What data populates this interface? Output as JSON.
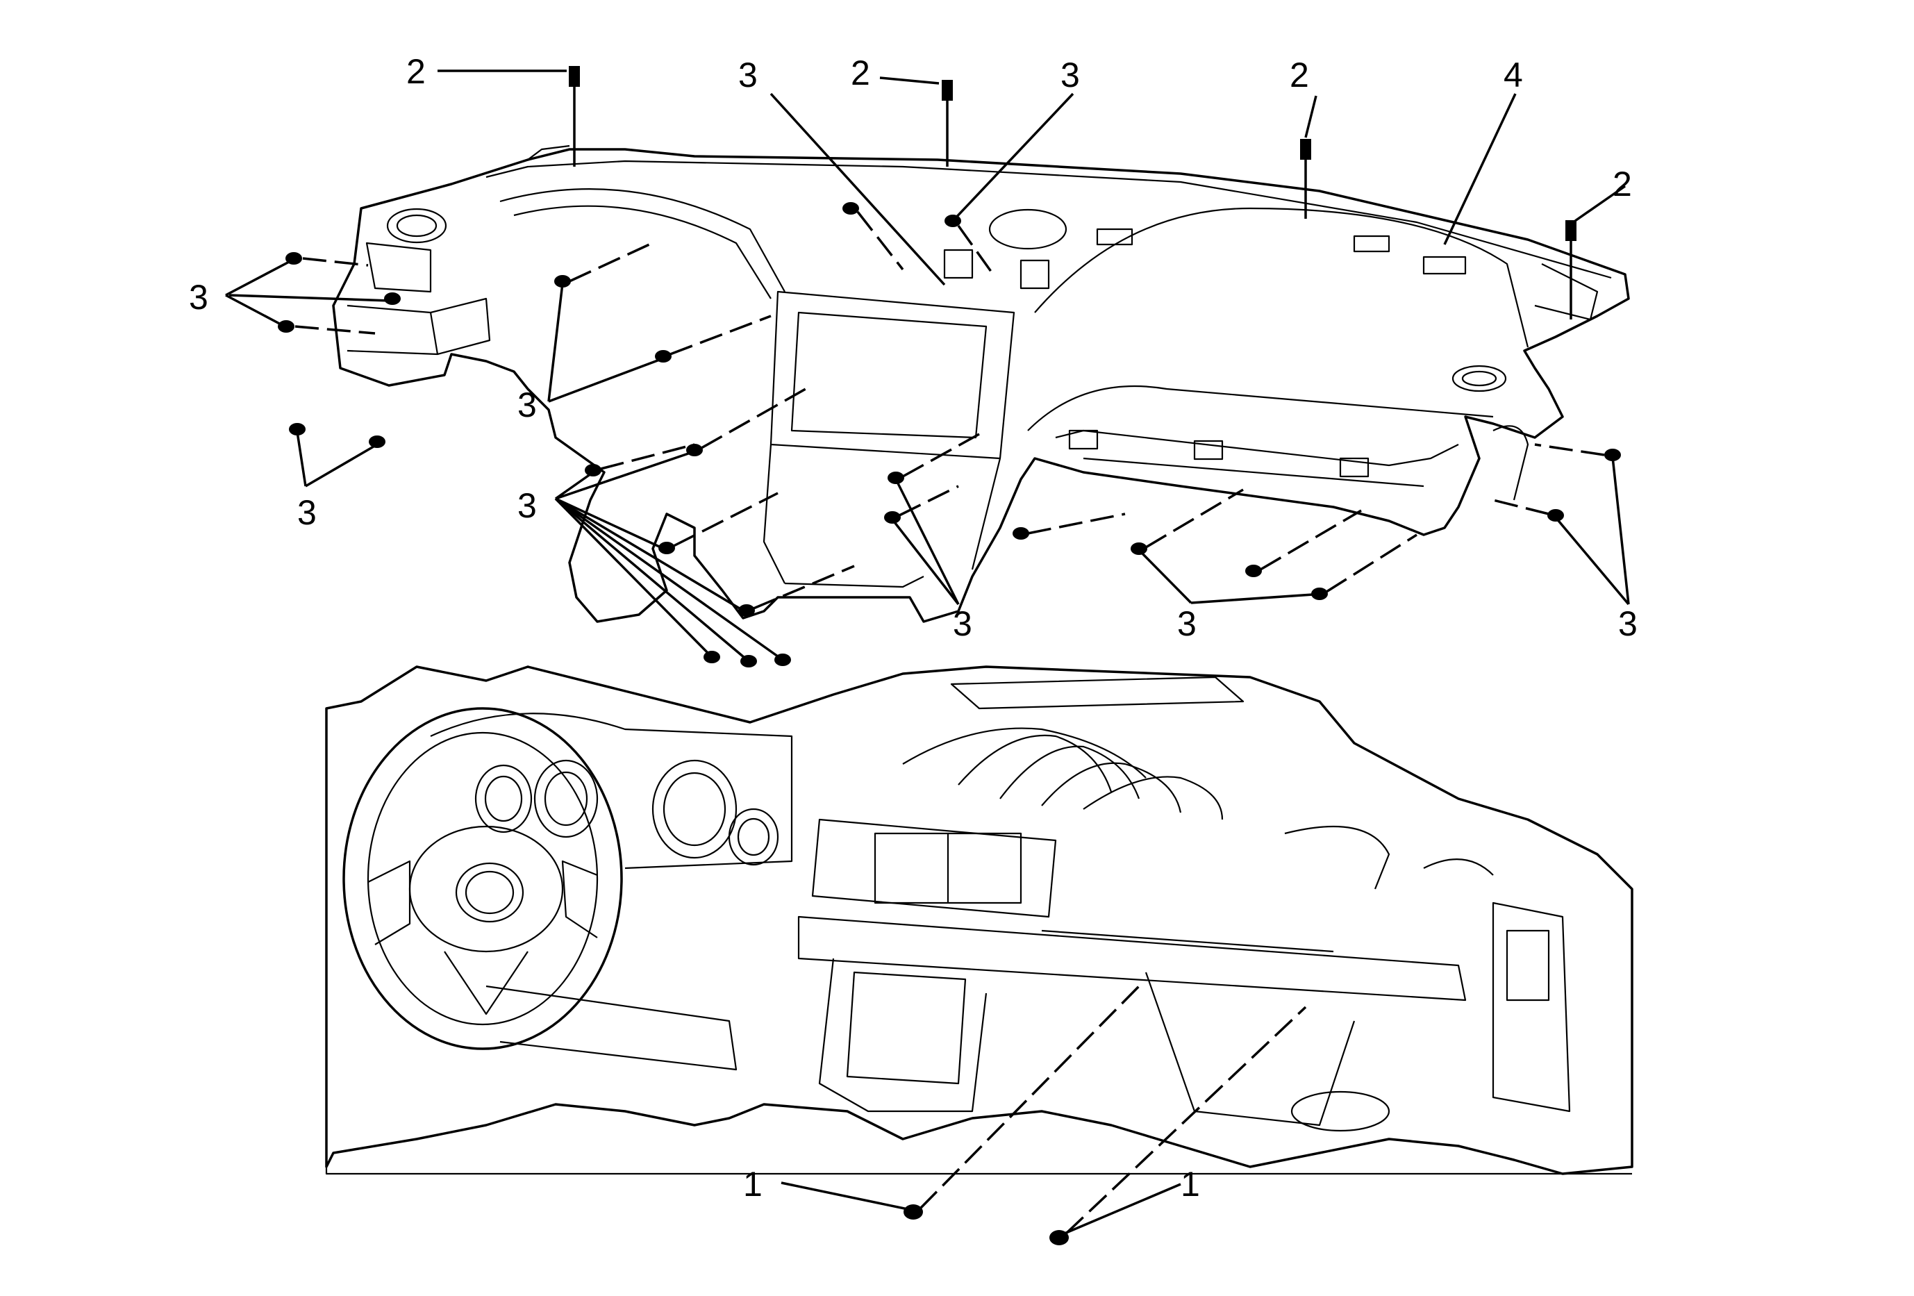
{
  "diagram": {
    "part_labels": {
      "bolt_lower": "1",
      "bolt_top": "2",
      "screw": "3",
      "panel": "4"
    }
  }
}
